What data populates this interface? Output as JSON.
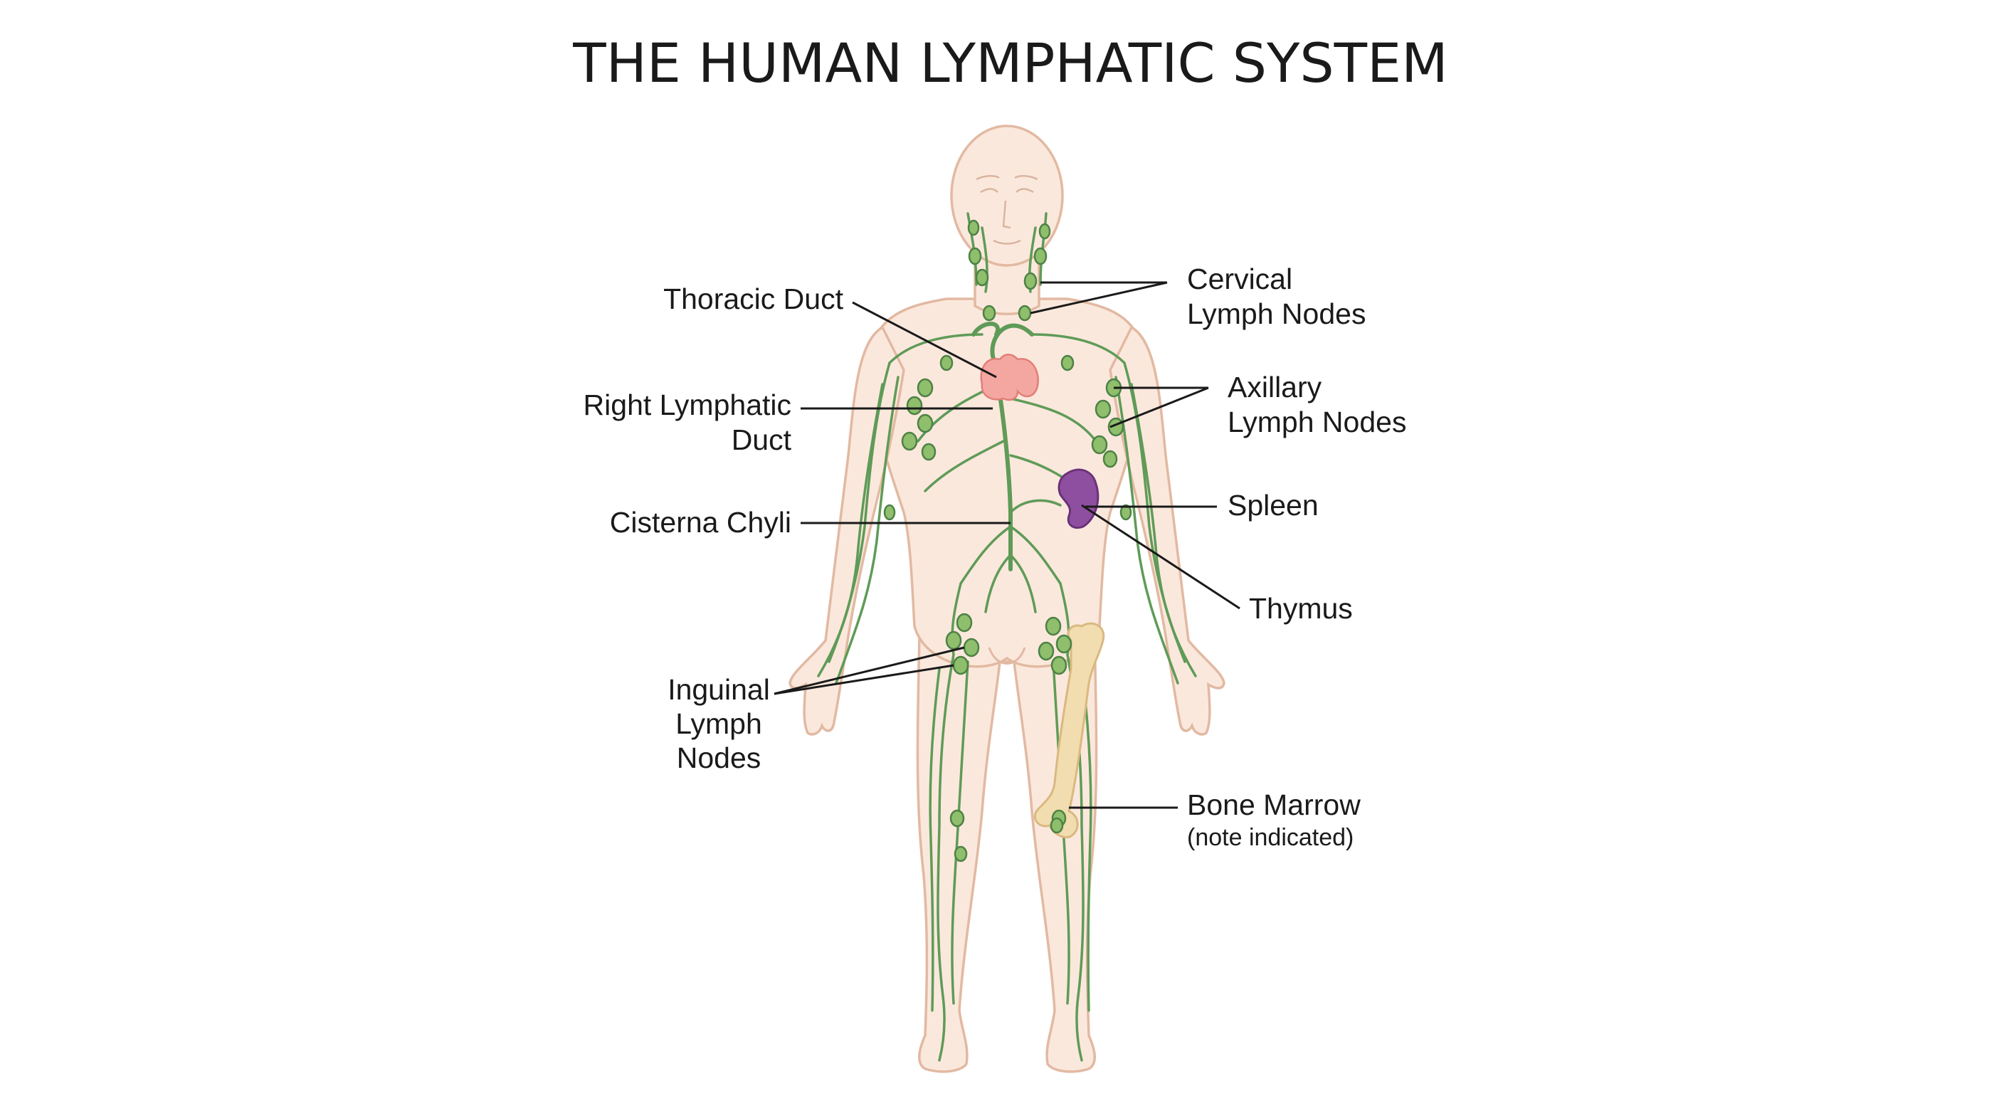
{
  "title": "THE HUMAN LYMPHATIC SYSTEM",
  "labels": {
    "thoracic_duct": "Thoracic Duct",
    "cervical_line1": "Cervical",
    "cervical_line2": "Lymph Nodes",
    "right_lymphatic_line1": "Right Lymphatic",
    "right_lymphatic_line2": "Duct",
    "axillary_line1": "Axillary",
    "axillary_line2": "Lymph Nodes",
    "cisterna_chyli": "Cisterna Chyli",
    "spleen": "Spleen",
    "thymus": "Thymus",
    "inguinal_line1": "Inguinal",
    "inguinal_line2": "Lymph",
    "inguinal_line3": "Nodes",
    "bone_marrow": "Bone Marrow",
    "bone_marrow_note": "(note indicated)"
  },
  "colors": {
    "skin": "#fbe8dd",
    "skin_outline": "#e2b9a2",
    "vessels": "#5f9b57",
    "lymph_nodes": "#8fbf6c",
    "thymus": "#f4a7a0",
    "spleen": "#8e4fa0",
    "bone": "#f2ddb0"
  }
}
